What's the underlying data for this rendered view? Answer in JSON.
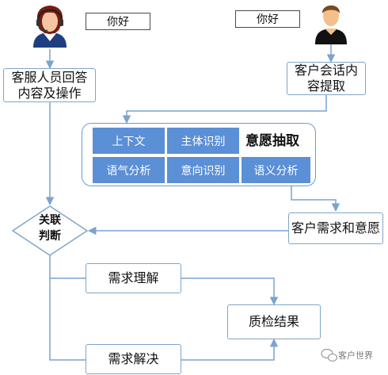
{
  "agent_greeting": "你好",
  "customer_greeting": "你好",
  "agent_step": "客服人员回答\n内容及操作",
  "customer_step": "客户会话内\n容提取",
  "intent_panel": {
    "title": "意愿抽取",
    "cells": [
      "上下文",
      "主体识别",
      "语气分析",
      "意向识别",
      "语义分析"
    ]
  },
  "decision": "关联\n判断",
  "needs_intent": "客户需求和意愿",
  "understand": "需求理解",
  "resolve": "需求解决",
  "result": "质检结果",
  "watermark": "客户世界",
  "colors": {
    "box_border": "#7fa5c9",
    "cell_fill": "#5b8fd6",
    "arrow": "#7aa3cf"
  },
  "icons": [
    "agent-headset-avatar-icon",
    "customer-avatar-icon",
    "wechat-watermark-icon"
  ]
}
